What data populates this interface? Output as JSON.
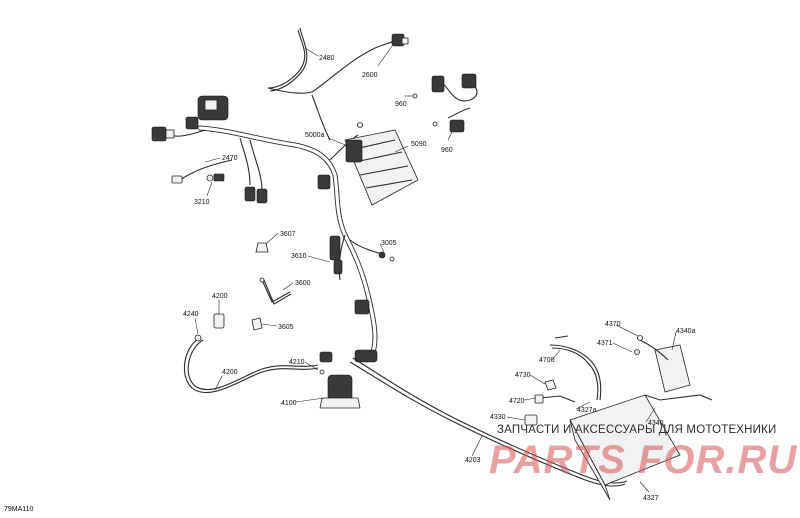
{
  "diagram_code": "79MA110",
  "watermark": {
    "text": "ЗАПЧАСТИ И АКСЕССУАРЫ ДЛЯ МОТОТЕХНИКИ",
    "logo": "PARTS FOR.RU"
  },
  "callouts": {
    "p2480": "2480",
    "p2600": "2600",
    "p960a": "960",
    "p960b": "960",
    "p5000a": "5000a",
    "p5090": "5090",
    "p2470": "2470",
    "p3210": "3210",
    "p3607": "3607",
    "p3610": "3610",
    "p3005": "3005",
    "p3600": "3600",
    "p3605": "3605",
    "p4200a": "4200",
    "p4240": "4240",
    "p4200b": "4200",
    "p4210": "4210",
    "p4100": "4100",
    "p4370": "4370",
    "p4371": "4371",
    "p4340a": "4340a",
    "p4700": "4700",
    "p4730": "4730",
    "p4720": "4720",
    "p4327a": "4327a",
    "p4330": "4330",
    "p4340": "4340",
    "p4203": "4203",
    "p4327": "4327"
  },
  "colors": {
    "line": "#2a2a2a",
    "watermark_logo": "#d65252"
  }
}
